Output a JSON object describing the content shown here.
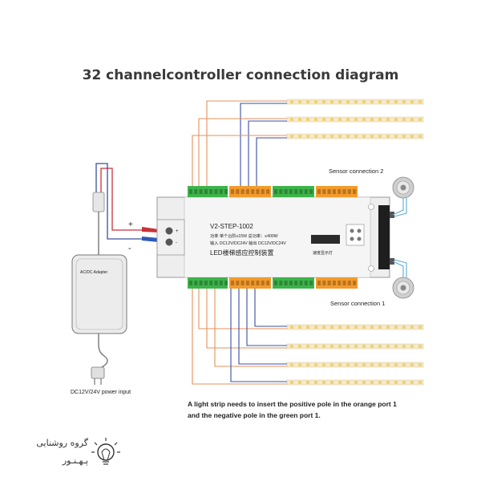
{
  "title": "32 channelcontroller connection diagram",
  "controller": {
    "model": "V2-STEP-1002",
    "row1": "功率  单个台阶≤15W 总功率：≤400W",
    "row2": "输入  DC12V/DC24V   输出  DC12V/DC24V",
    "name": "LED楼梯感应控制装置",
    "display_label": "速度显示灯",
    "plus_symbol": "+",
    "minus_symbol": "-"
  },
  "power": {
    "plus_label": "+",
    "minus_label": "-",
    "adapter_label": "AC/DC Adapter",
    "input_label": "DC12V/24V power input"
  },
  "sensors": {
    "top_label": "Sensor connection 2",
    "bottom_label": "Sensor connection 1"
  },
  "caption": {
    "line1": "A light strip needs to insert the positive pole in the orange port 1",
    "line2": "and the negative pole in the green port 1."
  },
  "brand": {
    "line1": "گروه روشنایی",
    "line2": "پـهـنـور"
  },
  "colors": {
    "green_terminal": "#3db34a",
    "orange_terminal": "#f39a2b",
    "wire_orange": "#e8915a",
    "wire_blue": "#3a4fa0",
    "wire_red": "#c8323a",
    "sensor_wire": "#5aa9d6",
    "strip_led": "#f4e9c9"
  }
}
